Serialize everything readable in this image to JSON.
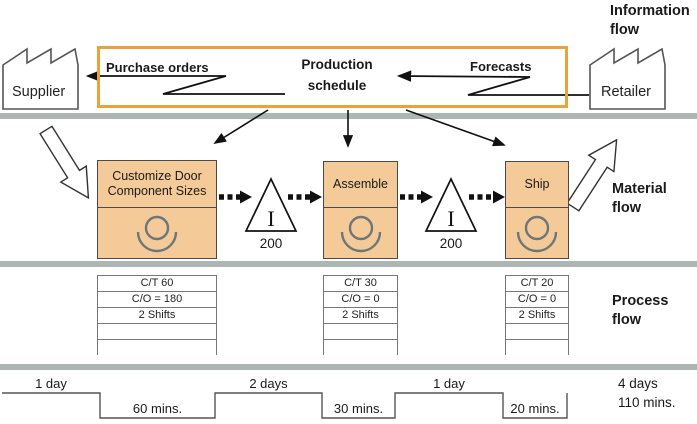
{
  "colors": {
    "accent_orange": "#E9A23C",
    "process_fill": "#F4CA99",
    "divider_gray": "#AEB6B4",
    "operator_gray": "#6E7678"
  },
  "information_flow": {
    "label": "Information flow",
    "supplier": "Supplier",
    "retailer": "Retailer",
    "purchase_orders": "Purchase orders",
    "forecasts": "Forecasts",
    "production_schedule_line1": "Production",
    "production_schedule_line2": "schedule"
  },
  "material_flow": {
    "label": "Material flow",
    "processes": [
      {
        "name": "Customize Door Component Sizes",
        "cycle": [
          "C/T 60",
          "C/O = 180",
          "2 Shifts"
        ]
      },
      {
        "name": "Assemble",
        "cycle": [
          "C/T 30",
          "C/O = 0",
          "2 Shifts"
        ]
      },
      {
        "name": "Ship",
        "cycle": [
          "C/T 20",
          "C/O = 0",
          "2 Shifts"
        ]
      }
    ],
    "inventory": [
      {
        "symbol": "I",
        "quantity": "200"
      },
      {
        "symbol": "I",
        "quantity": "200"
      }
    ]
  },
  "process_flow": {
    "label": "Process flow"
  },
  "timeline": {
    "lead_times": [
      "1 day",
      "2 days",
      "1 day"
    ],
    "process_times": [
      "60 mins.",
      "30 mins.",
      "20 mins."
    ],
    "total_lead_time": "4 days",
    "total_process_time": "110 mins."
  }
}
